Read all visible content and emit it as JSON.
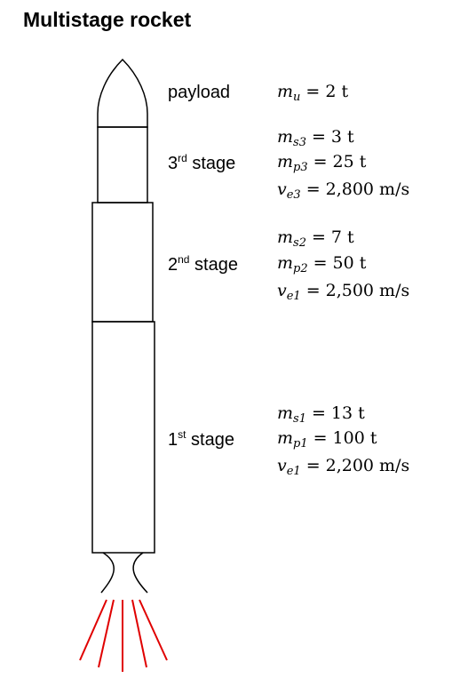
{
  "title": "Multistage rocket",
  "stages": [
    {
      "id": "payload",
      "label_main": "payload",
      "label_sup": "",
      "label_rest": "",
      "formulas": [
        {
          "sym": "m",
          "sub": "u",
          "value": "2 t"
        }
      ]
    },
    {
      "id": "stage3",
      "label_main": "3",
      "label_sup": "rd",
      "label_rest": " stage",
      "formulas": [
        {
          "sym": "m",
          "sub": "s3",
          "value": "3 t"
        },
        {
          "sym": "m",
          "sub": "p3",
          "value": "25 t"
        },
        {
          "sym": "v",
          "sub": "e3",
          "value": "2,800 m/s"
        }
      ]
    },
    {
      "id": "stage2",
      "label_main": "2",
      "label_sup": "nd",
      "label_rest": " stage",
      "formulas": [
        {
          "sym": "m",
          "sub": "s2",
          "value": "7 t"
        },
        {
          "sym": "m",
          "sub": "p2",
          "value": "50 t"
        },
        {
          "sym": "v",
          "sub": "e1",
          "value": "2,500 m/s"
        }
      ]
    },
    {
      "id": "stage1",
      "label_main": "1",
      "label_sup": "st",
      "label_rest": " stage",
      "formulas": [
        {
          "sym": "m",
          "sub": "s1",
          "value": "13 t"
        },
        {
          "sym": "m",
          "sub": "p1",
          "value": "100 t"
        },
        {
          "sym": "v",
          "sub": "e1",
          "value": "2,200 m/s"
        }
      ]
    }
  ],
  "colors": {
    "outline": "#000000",
    "exhaust": "#e00000"
  }
}
